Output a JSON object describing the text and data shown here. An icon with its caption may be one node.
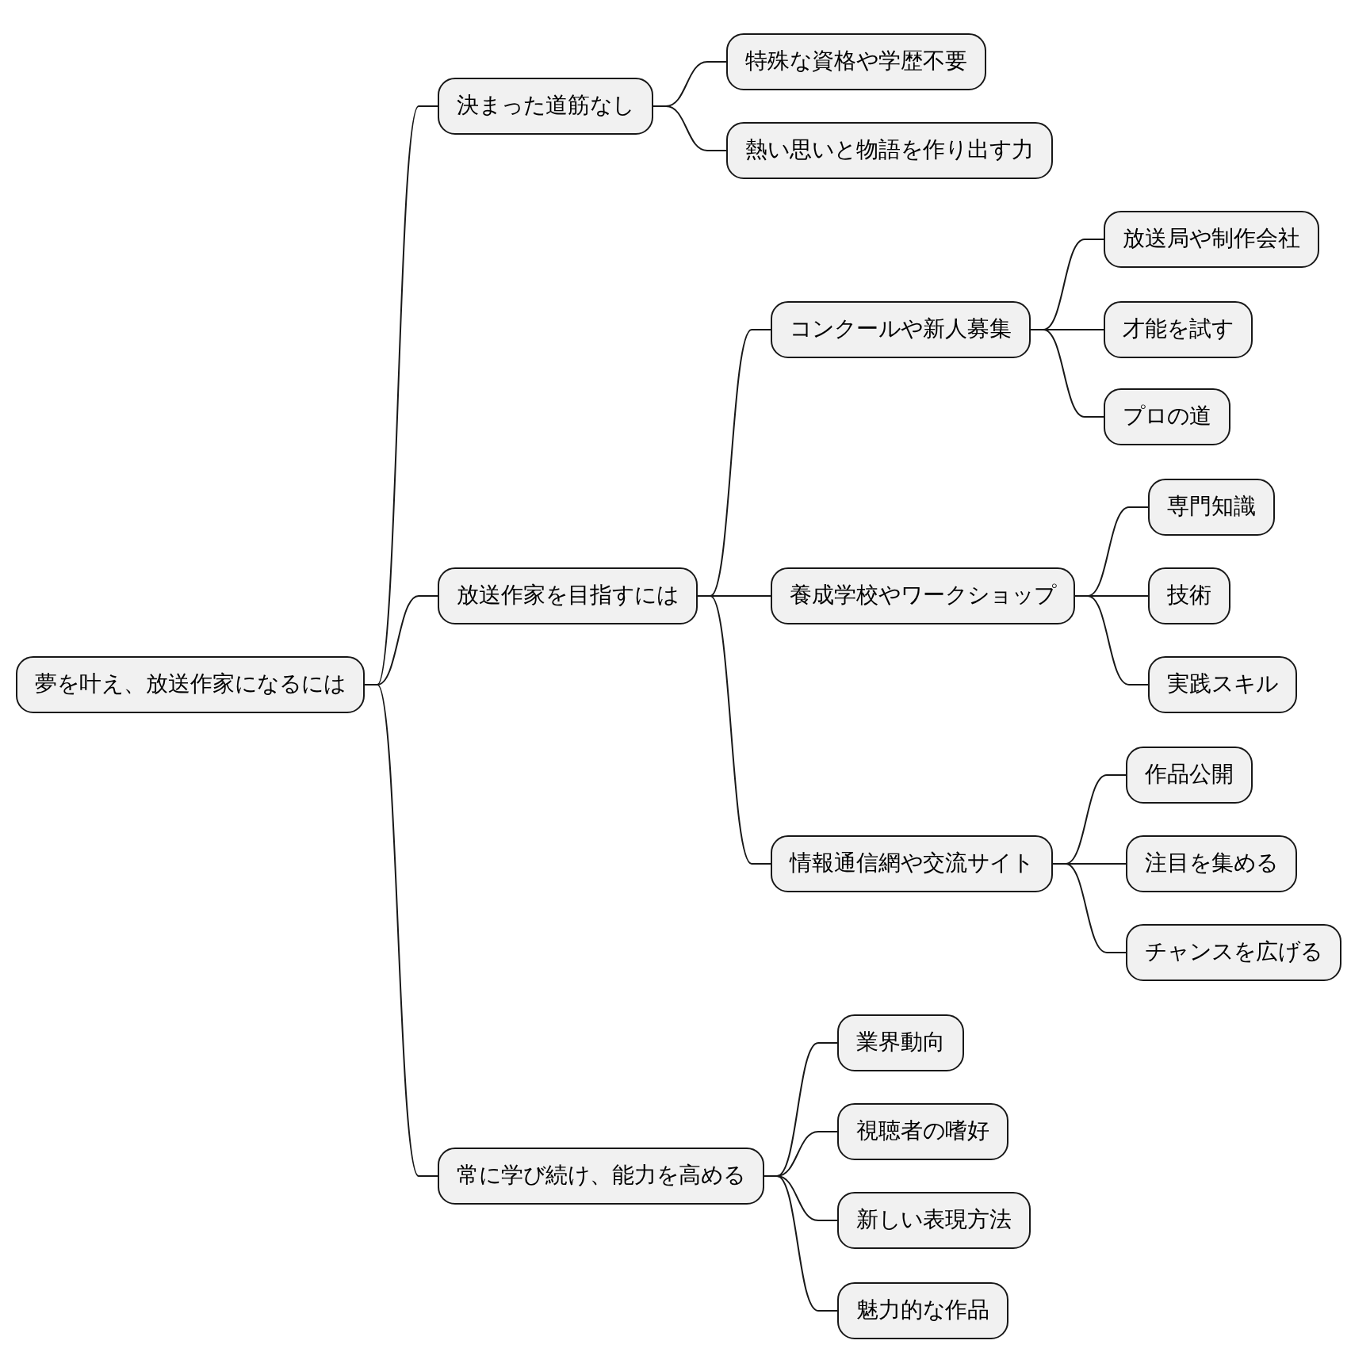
{
  "diagram": {
    "nodes": [
      {
        "text": [
          "夢を叶え、放送作家になるには"
        ]
      },
      {
        "text": [
          "決まった道筋なし"
        ]
      },
      {
        "text": [
          "特殊な資格や学歴不要"
        ]
      },
      {
        "text": [
          "熱い思いと物語を作り出す力"
        ]
      },
      {
        "text": [
          "放送作家を目指すには"
        ]
      },
      {
        "text": [
          "コンクールや新人募集"
        ]
      },
      {
        "text": [
          "放送局や制作会社"
        ]
      },
      {
        "text": [
          "才能を試す"
        ]
      },
      {
        "text": [
          "プロの道"
        ]
      },
      {
        "text": [
          "養成学校やワークショップ"
        ]
      },
      {
        "text": [
          "専門知識"
        ]
      },
      {
        "text": [
          "技術"
        ]
      },
      {
        "text": [
          "実践スキル"
        ]
      },
      {
        "text": [
          "情報通信網や交流サイト"
        ]
      },
      {
        "text": [
          "作品公開"
        ]
      },
      {
        "text": [
          "注目を集める"
        ]
      },
      {
        "text": [
          "チャンスを広げる"
        ]
      },
      {
        "text": [
          "常に学び続け、能力を高める"
        ]
      },
      {
        "text": [
          "業界動向"
        ]
      },
      {
        "text": [
          "視聴者の嗜好"
        ]
      },
      {
        "text": [
          "新しい表現方法"
        ]
      },
      {
        "text": [
          "魅力的な作品"
        ]
      }
    ],
    "edges": [
      {
        "from": 0,
        "to": 1,
        "arrow": "none"
      },
      {
        "from": 1,
        "to": 2,
        "arrow": "none"
      },
      {
        "from": 1,
        "to": 3,
        "arrow": "none"
      },
      {
        "from": 0,
        "to": 4,
        "arrow": "none"
      },
      {
        "from": 4,
        "to": 5,
        "arrow": "none"
      },
      {
        "from": 5,
        "to": 6,
        "arrow": "none"
      },
      {
        "from": 5,
        "to": 7,
        "arrow": "none"
      },
      {
        "from": 5,
        "to": 8,
        "arrow": "none"
      },
      {
        "from": 4,
        "to": 9,
        "arrow": "none"
      },
      {
        "from": 9,
        "to": 10,
        "arrow": "none"
      },
      {
        "from": 9,
        "to": 11,
        "arrow": "none"
      },
      {
        "from": 9,
        "to": 12,
        "arrow": "none"
      },
      {
        "from": 4,
        "to": 13,
        "arrow": "none"
      },
      {
        "from": 13,
        "to": 14,
        "arrow": "none"
      },
      {
        "from": 13,
        "to": 15,
        "arrow": "none"
      },
      {
        "from": 13,
        "to": 16,
        "arrow": "none"
      },
      {
        "from": 0,
        "to": 17,
        "arrow": "none"
      },
      {
        "from": 17,
        "to": 18,
        "arrow": "none"
      },
      {
        "from": 17,
        "to": 19,
        "arrow": "none"
      },
      {
        "from": 17,
        "to": 20,
        "arrow": "none"
      },
      {
        "from": 17,
        "to": 21,
        "arrow": "none"
      }
    ]
  }
}
